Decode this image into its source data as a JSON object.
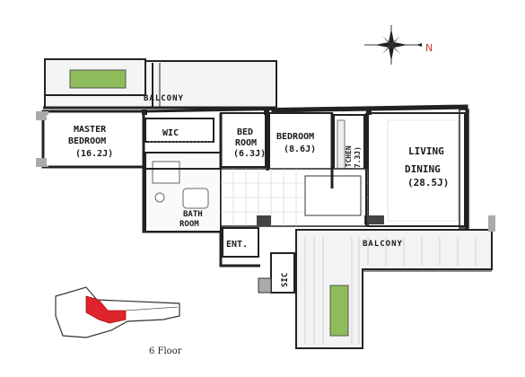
{
  "compass": {
    "north_letter": "N",
    "icon": "compass-rose-icon"
  },
  "rooms": {
    "balcony_top": "BALCONY",
    "master_bedroom": {
      "line1": "MASTER",
      "line2": "BEDROOM",
      "size": "(16.2J)"
    },
    "wic": "WIC",
    "bed_room": {
      "line1": "BED",
      "line2": "ROOM",
      "size": "(6.3J)"
    },
    "bedroom": {
      "line1": "BEDROOM",
      "size": "(8.6J)"
    },
    "kitchen": {
      "line1": "KITCHEN",
      "size": "(7.3J)"
    },
    "living_dining": {
      "line1": "LIVING",
      "line2": "DINING",
      "size": "(28.5J)"
    },
    "bath_room": {
      "line1": "BATH",
      "line2": "ROOM"
    },
    "entrance": "ENT.",
    "sic": "SIC",
    "balcony_bottom": "BALCONY"
  },
  "key_plan": {
    "floor_label": "6 Floor",
    "highlight_color": "#e0242b"
  },
  "colors": {
    "garden": "#8fbc5a",
    "wall": "#222222",
    "deck": "#f3f3f3"
  }
}
